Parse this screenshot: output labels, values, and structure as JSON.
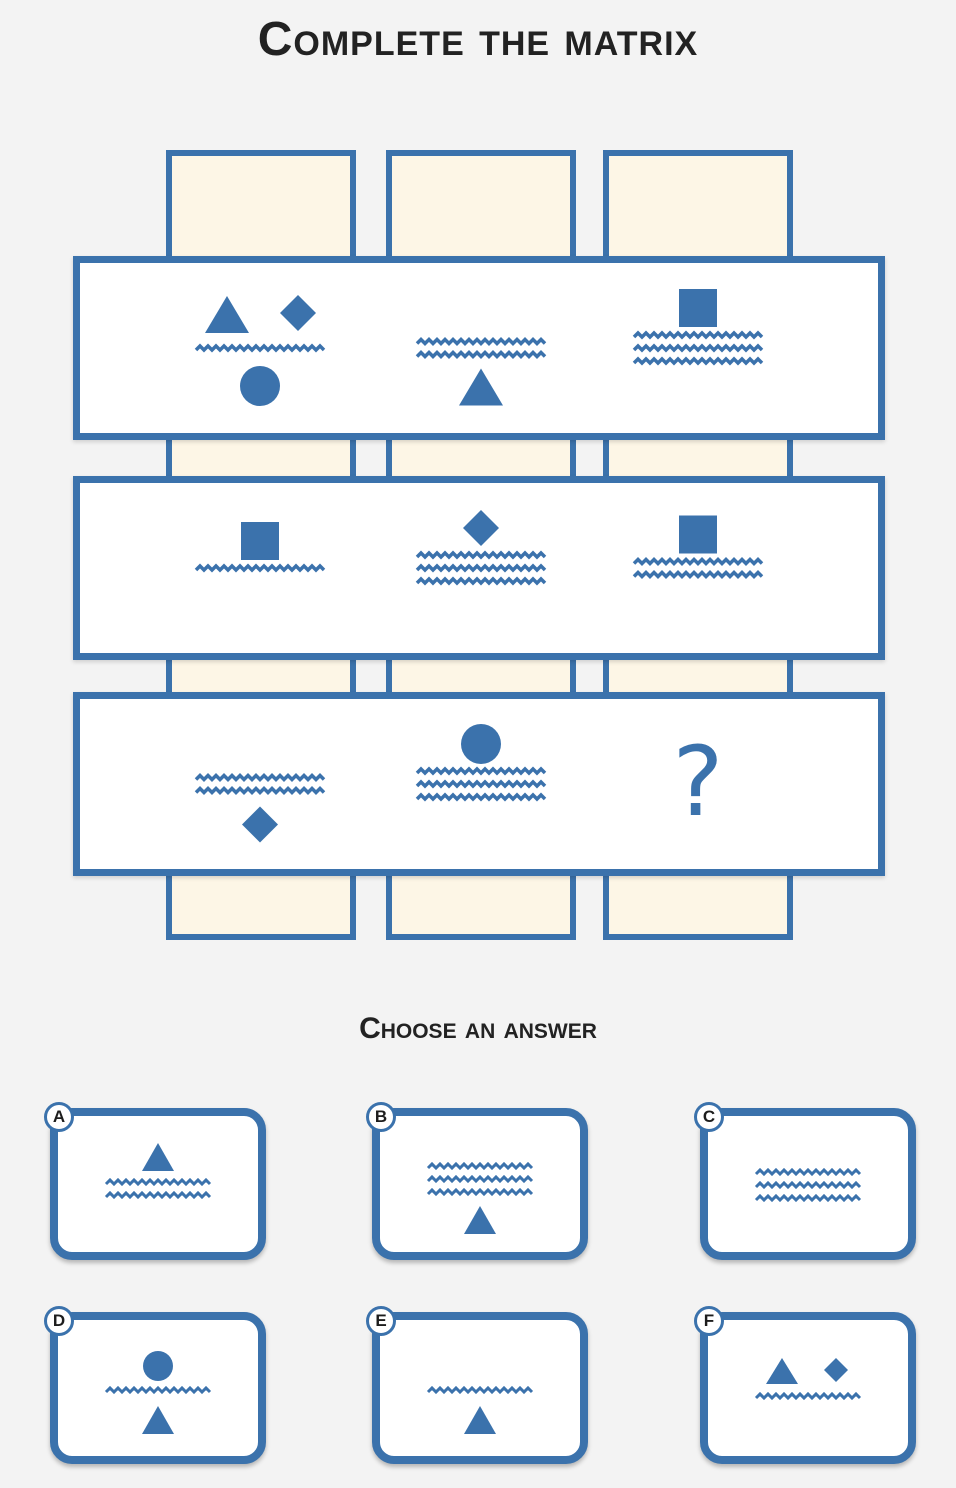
{
  "title": "Complete the matrix",
  "subtitle": "Choose an answer",
  "colors": {
    "accent": "#3b72ac",
    "column_fill": "#fdf6e6",
    "background": "#f3f3f3"
  },
  "matrix": {
    "rows": [
      [
        {
          "shapes": [
            "triangle",
            "diamond",
            "circle"
          ],
          "waves": 1
        },
        {
          "shapes": [
            "triangle"
          ],
          "waves": 2
        },
        {
          "shapes": [
            "square"
          ],
          "waves": 3
        }
      ],
      [
        {
          "shapes": [
            "square"
          ],
          "waves": 1
        },
        {
          "shapes": [
            "diamond"
          ],
          "waves": 3
        },
        {
          "shapes": [
            "square"
          ],
          "waves": 2
        }
      ],
      [
        {
          "shapes": [
            "diamond"
          ],
          "waves": 2
        },
        {
          "shapes": [
            "circle"
          ],
          "waves": 3
        },
        {
          "missing": true,
          "label": "?"
        }
      ]
    ]
  },
  "options": [
    {
      "label": "A",
      "shapes": [
        "triangle"
      ],
      "waves": 2
    },
    {
      "label": "B",
      "shapes": [
        "triangle"
      ],
      "waves": 3
    },
    {
      "label": "C",
      "shapes": [],
      "waves": 3
    },
    {
      "label": "D",
      "shapes": [
        "circle",
        "triangle"
      ],
      "waves": 1
    },
    {
      "label": "E",
      "shapes": [
        "triangle"
      ],
      "waves": 1
    },
    {
      "label": "F",
      "shapes": [
        "triangle",
        "diamond"
      ],
      "waves": 1
    }
  ]
}
